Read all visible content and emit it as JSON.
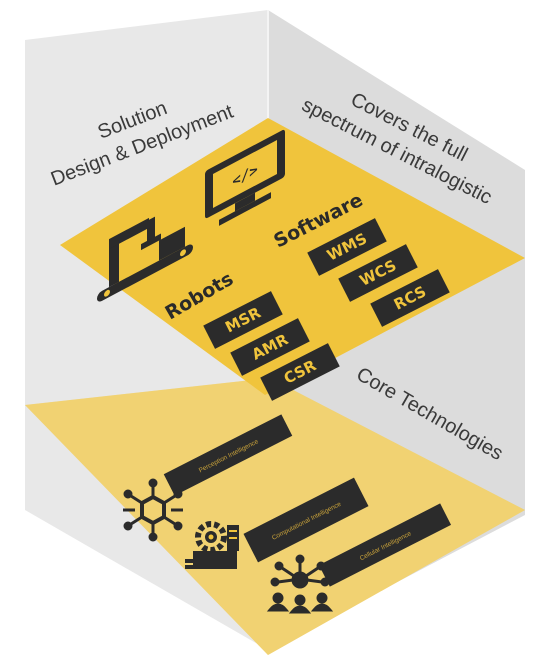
{
  "left_wall": {
    "line1": "Solution",
    "line2": "Design & Deployment"
  },
  "right_wall": {
    "line1": "Covers the full",
    "line2": "spectrum of intralogistic"
  },
  "top_layer": {
    "software": {
      "label": "Software",
      "items": [
        "WMS",
        "WCS",
        "RCS"
      ]
    },
    "robots": {
      "label": "Robots",
      "items": [
        "MSR",
        "AMR",
        "CSR"
      ]
    }
  },
  "core": {
    "label": "Core Technologies",
    "items": [
      "Perception Intelligence",
      "Computational Intelligence",
      "Cellular Intelligence"
    ]
  },
  "icons": [
    "computer-code-icon",
    "robot-arm-icon",
    "network-hub-icon",
    "ai-chip-icon",
    "team-network-icon"
  ],
  "colors": {
    "yellow": "#f0c43c",
    "dark": "#2b2b2b",
    "wall_left": "#e7e7e7",
    "wall_right": "#dcdcdc"
  }
}
